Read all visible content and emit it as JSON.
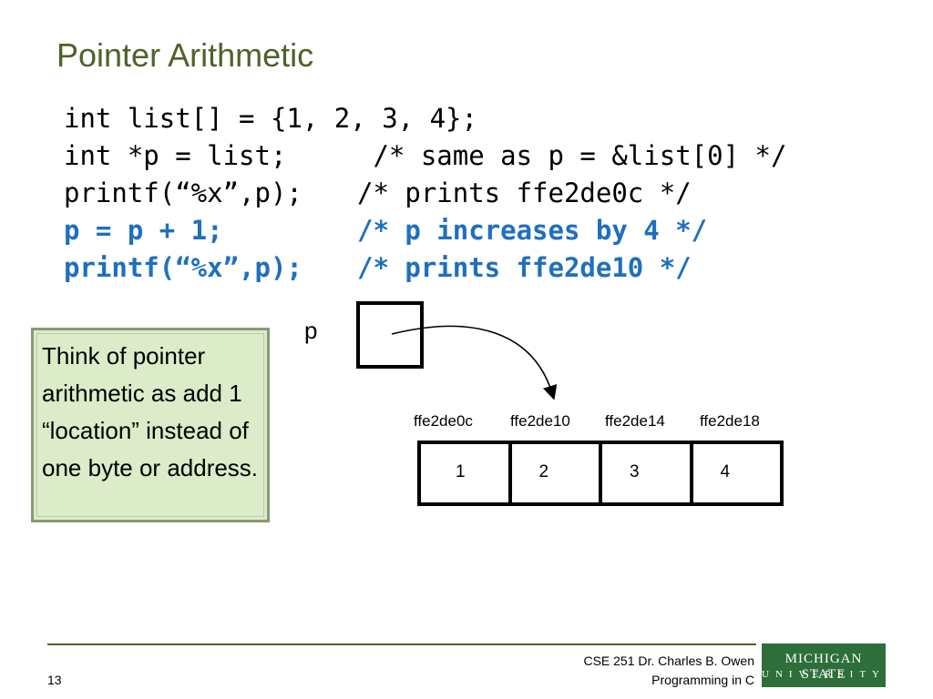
{
  "title": "Pointer Arithmetic",
  "code": [
    {
      "a": "int list[] = {1, 2, 3, 4};",
      "b": ""
    },
    {
      "a": "int *p = list;",
      "b": " /* same as p = &list[0] */"
    },
    {
      "a": "printf(“%x”,p);",
      "b": "/* prints ffe2de0c */"
    },
    {
      "a": "p = p + 1;",
      "b": "/* p increases by 4 */"
    },
    {
      "a": "printf(“%x”,p);",
      "b": "/* prints ffe2de10 */"
    }
  ],
  "pointer_label": "p",
  "note": "Think of pointer arithmetic as add 1 “location” instead of one byte or address.",
  "addresses": [
    "ffe2de0c",
    "ffe2de10",
    "ffe2de14",
    "ffe2de18"
  ],
  "values": [
    "1",
    "2",
    "3",
    "4"
  ],
  "footer": {
    "page_number": "13",
    "line1": "CSE 251 Dr. Charles B. Owen",
    "line2": "Programming in C",
    "logo_line1": "MICHIGAN STATE",
    "logo_line2": "UNIVERSITY"
  },
  "colors": {
    "title": "#4f6228",
    "highlight_code": "#1f6fbf",
    "note_background": "#dcebc8",
    "logo_background": "#2d6e3a"
  }
}
